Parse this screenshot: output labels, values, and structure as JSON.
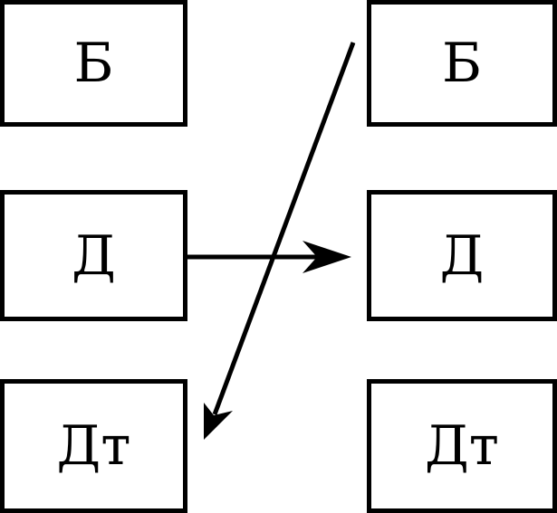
{
  "left_column": [
    {
      "label": "Б"
    },
    {
      "label": "Д"
    },
    {
      "label": "Дт"
    }
  ],
  "right_column": [
    {
      "label": "Б"
    },
    {
      "label": "Д"
    },
    {
      "label": "Дт"
    }
  ],
  "colors": {
    "stroke": "#000000",
    "background": "#ffffff"
  }
}
